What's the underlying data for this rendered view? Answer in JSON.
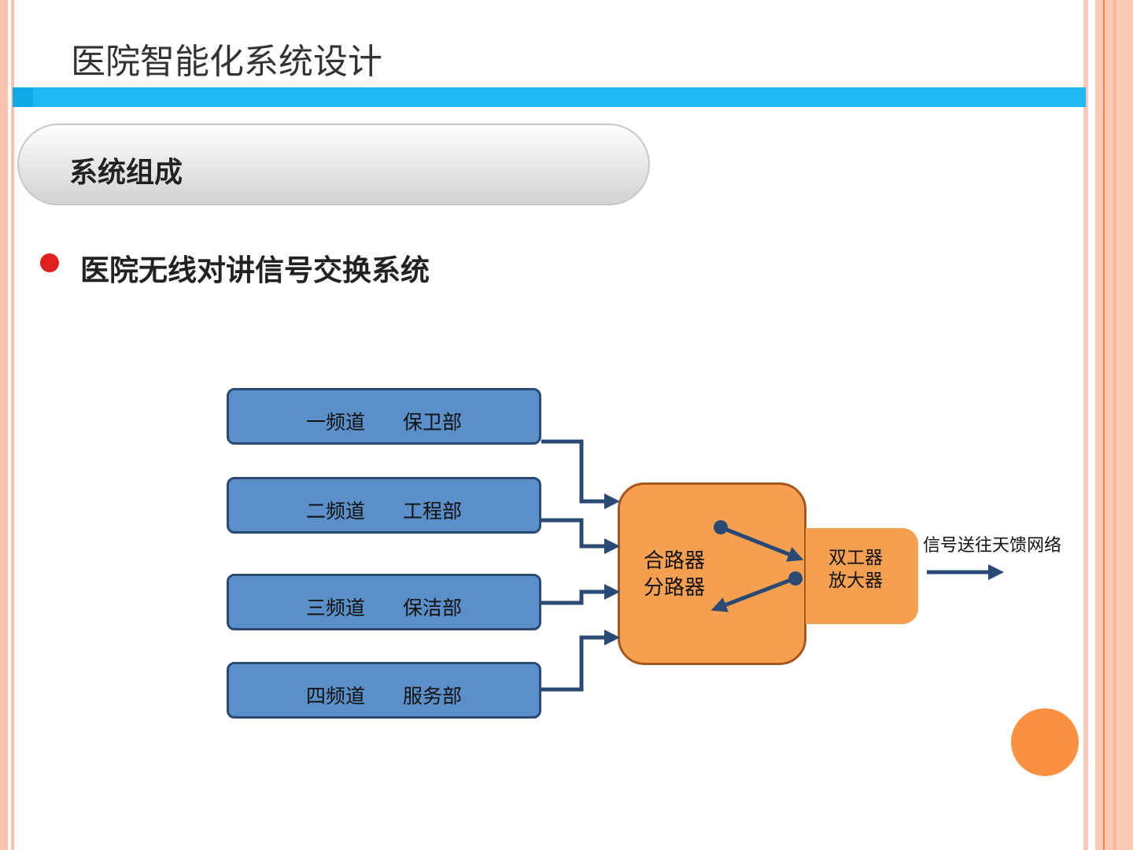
{
  "slide": {
    "title": "医院智能化系统设计",
    "section": "系统组成",
    "bullet": "医院无线对讲信号交换系统"
  },
  "diagram": {
    "channels": [
      {
        "channel": "一频道",
        "dept": "保卫部"
      },
      {
        "channel": "二频道",
        "dept": "工程部"
      },
      {
        "channel": "三频道",
        "dept": "保洁部"
      },
      {
        "channel": "四频道",
        "dept": "服务部"
      }
    ],
    "combiner": {
      "line1": "合路器",
      "line2": "分路器"
    },
    "duplexer": {
      "line1": "双工器",
      "line2": "放大器"
    },
    "output_label": "信号送往天馈网络"
  },
  "colors": {
    "accent_bar": "#1fb8f2",
    "channel_fill": "#5b8fc7",
    "combiner_fill": "#f5a050",
    "bullet": "#e02020"
  }
}
